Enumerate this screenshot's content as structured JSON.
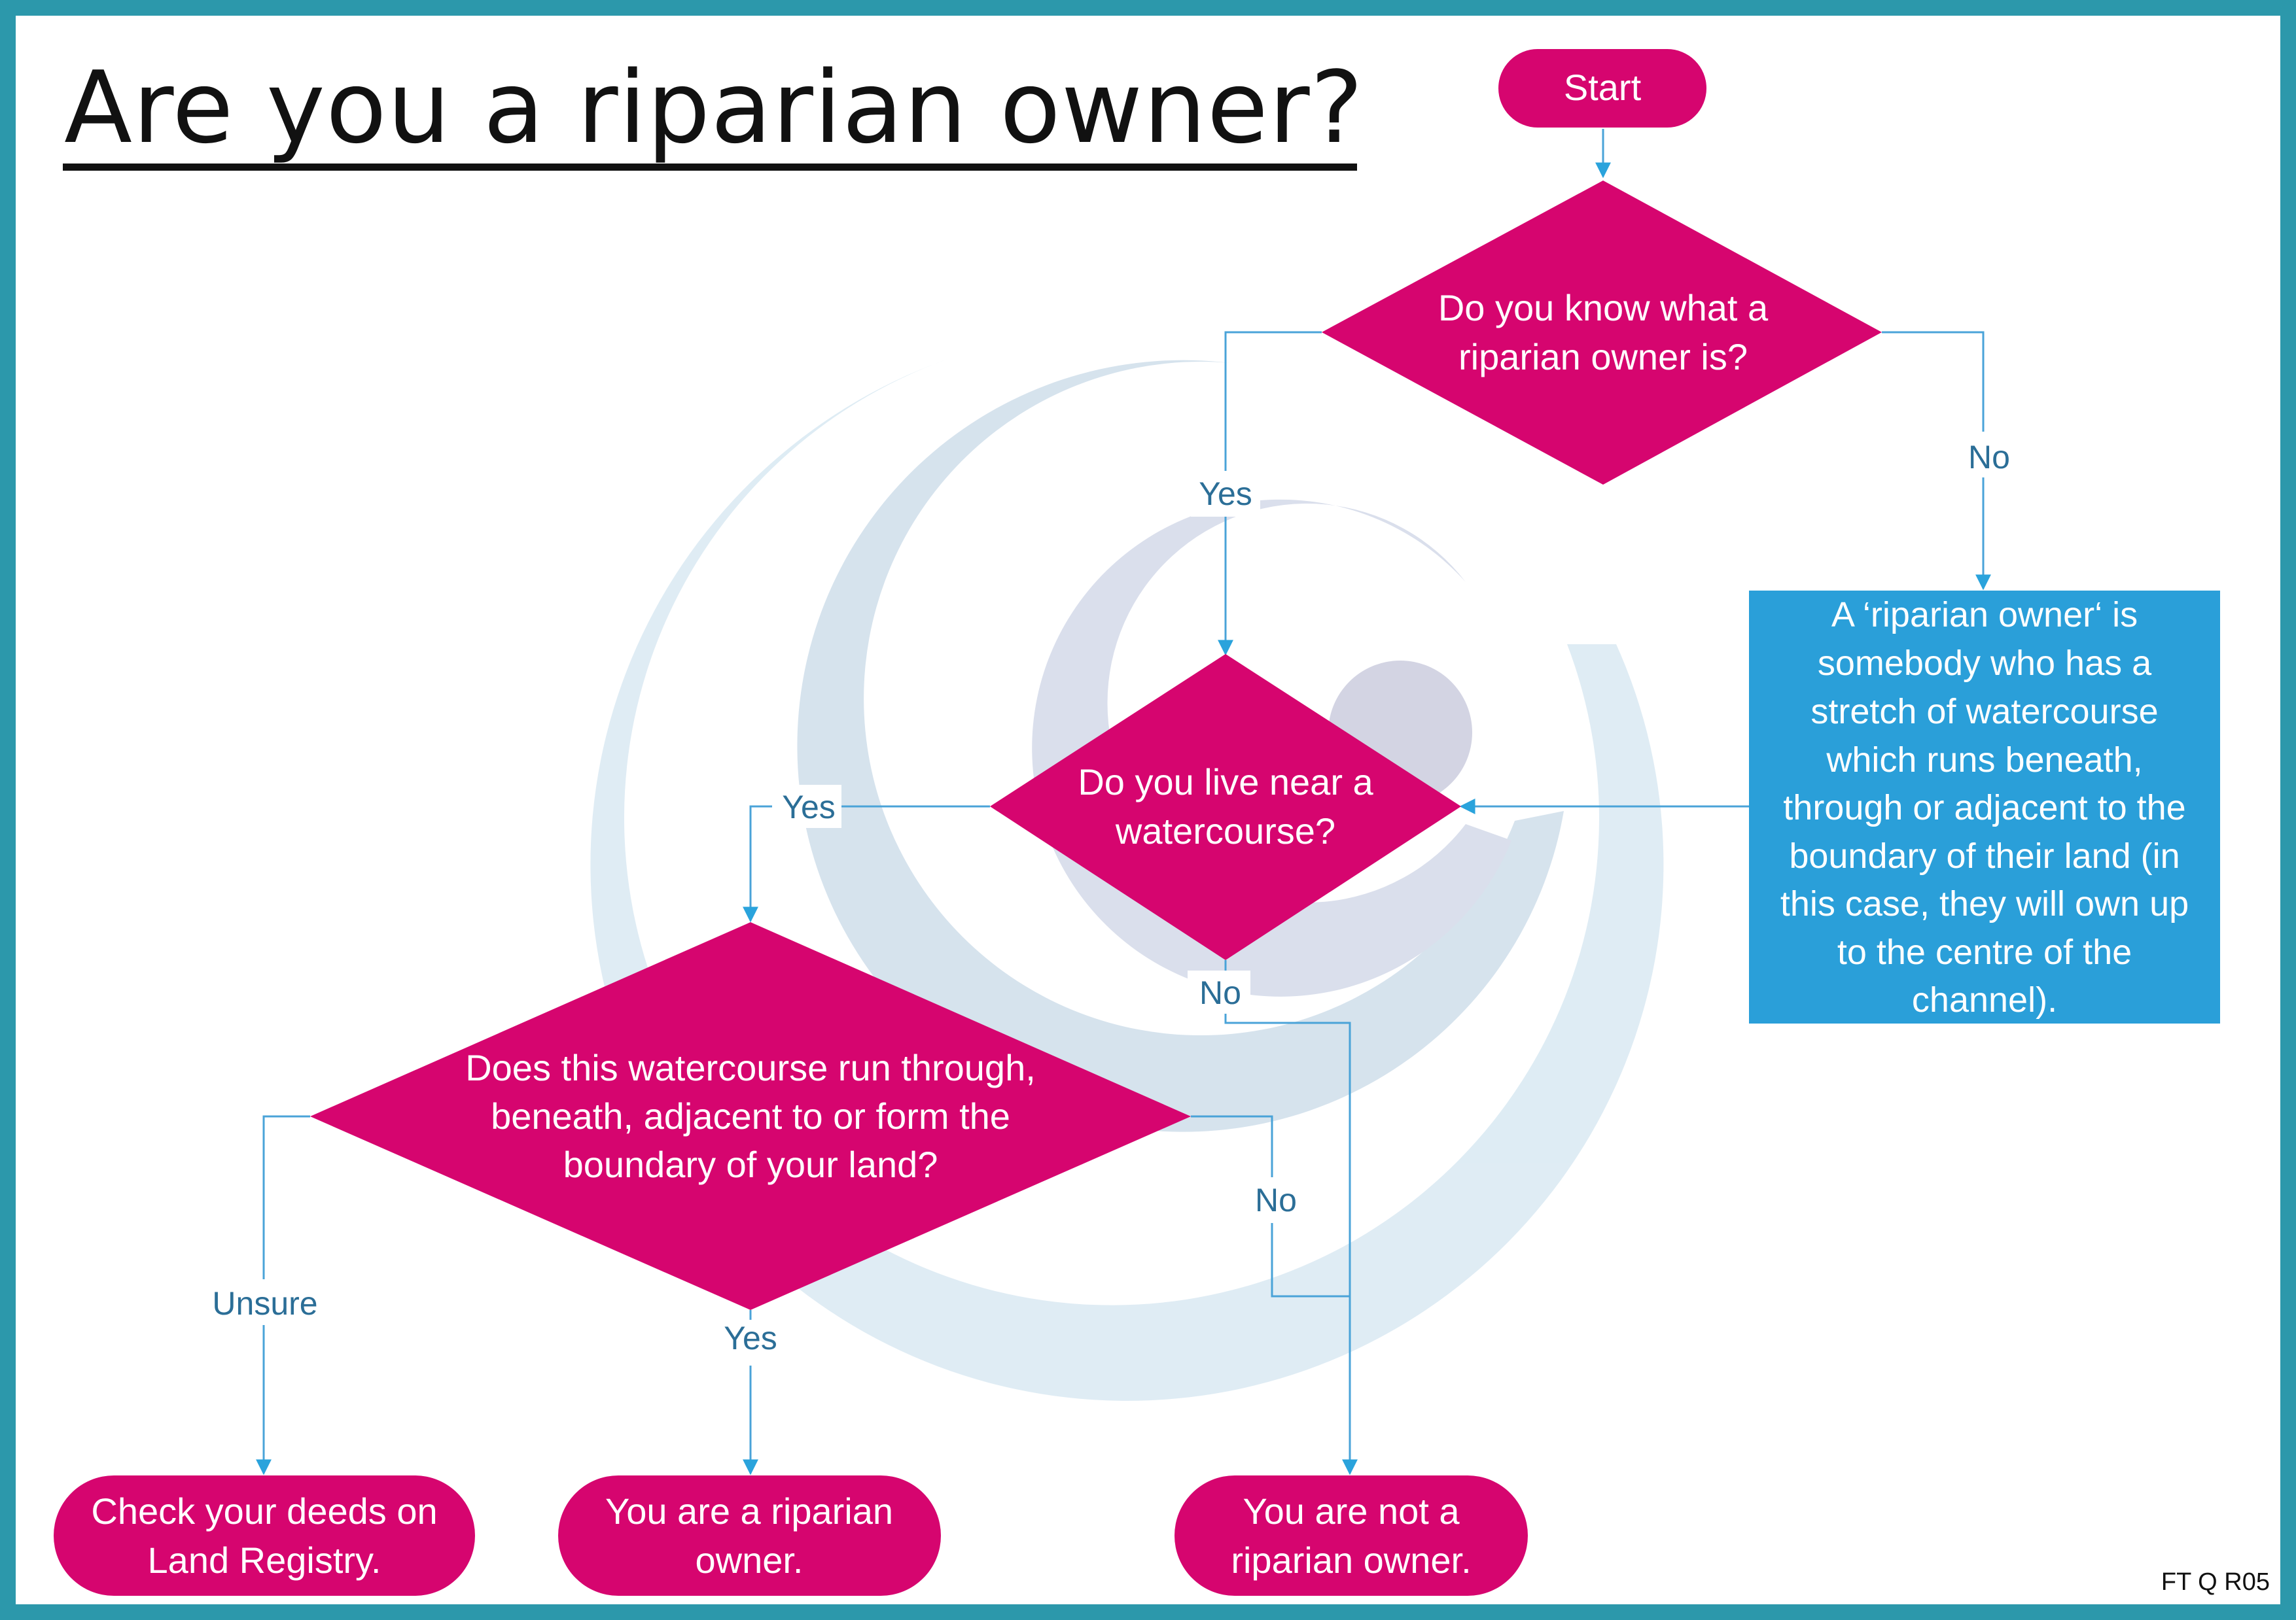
{
  "title": "Are you a riparian owner?",
  "document_code": "FT Q R05",
  "colors": {
    "frame": "#2c98ab",
    "decision": "#d6056f",
    "info_box": "#2a9fd9",
    "connector": "#4aa3d8",
    "label": "#2b6e97"
  },
  "nodes": {
    "start": "Start",
    "q1": [
      "Do you know what a",
      "riparian owner is?"
    ],
    "q2": [
      "Do you live near a",
      "watercourse?"
    ],
    "q3": [
      "Does this watercourse run through,",
      "beneath, adjacent to  or form the",
      "boundary of your land?"
    ],
    "definition": [
      "A ‘riparian owner‘ is",
      "somebody who has a",
      "stretch of watercourse",
      "which runs beneath,",
      "through or adjacent to the",
      "boundary of their land (in",
      "this case, they will own up",
      "to the centre of the",
      "channel)."
    ],
    "end_check": [
      "Check your deeds on",
      "Land Registry."
    ],
    "end_yes": [
      "You are a riparian",
      "owner."
    ],
    "end_no": [
      "You are not a",
      "riparian owner."
    ]
  },
  "edge_labels": {
    "q1_yes": "Yes",
    "q1_no": "No",
    "q2_yes": "Yes",
    "q2_no": "No",
    "q3_unsure": "Unsure",
    "q3_yes": "Yes",
    "q3_no": "No"
  }
}
